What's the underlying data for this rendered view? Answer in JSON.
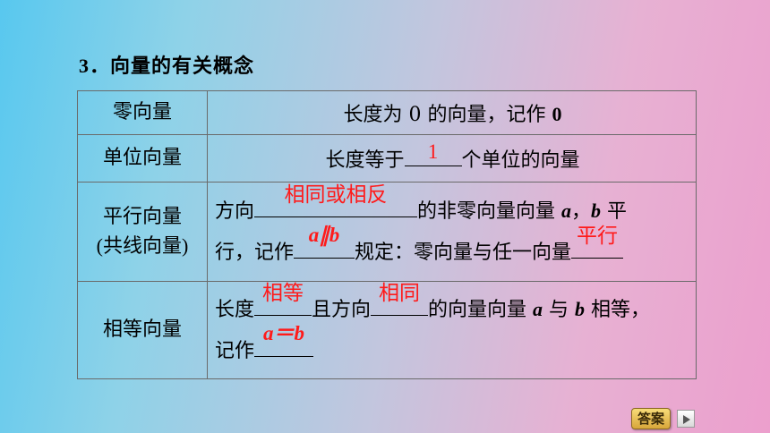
{
  "section": {
    "number": "3．",
    "title": "向量的有关概念"
  },
  "rows": [
    {
      "term": "零向量",
      "def_a": "长度为 0 的向量，记作 ",
      "def_b": "0"
    },
    {
      "term": "单位向量",
      "def_a": "长度等于",
      "answer": "1",
      "def_b": "个单位的向量"
    },
    {
      "term_lines": [
        "平行向量",
        "(共线向量)"
      ],
      "l1_a": "方向",
      "answer1": "相同或相反",
      "l1_b": "的非零向量向量 ",
      "var_a": "a",
      "comma": "，",
      "var_b": "b",
      "l1_c": " 平",
      "l2_a": "行，记作",
      "answer2": "a∥b",
      "l2_b": "规定：零向量与任一向量",
      "answer3": "平行"
    },
    {
      "term": "相等向量",
      "l1_a": "长度",
      "answer1": "相等",
      "l1_b": "且方向",
      "answer2": "相同",
      "l1_c": "的向量向量 ",
      "var_a": "a",
      "l1_d": " 与 ",
      "var_b": "b",
      "l1_e": " 相等，",
      "l2_a": "记作",
      "answer3": "a＝b"
    }
  ],
  "footer": {
    "answer_button": "答案"
  },
  "colors": {
    "answer_text": "#ff1a1a",
    "button": "#e9c35a"
  }
}
